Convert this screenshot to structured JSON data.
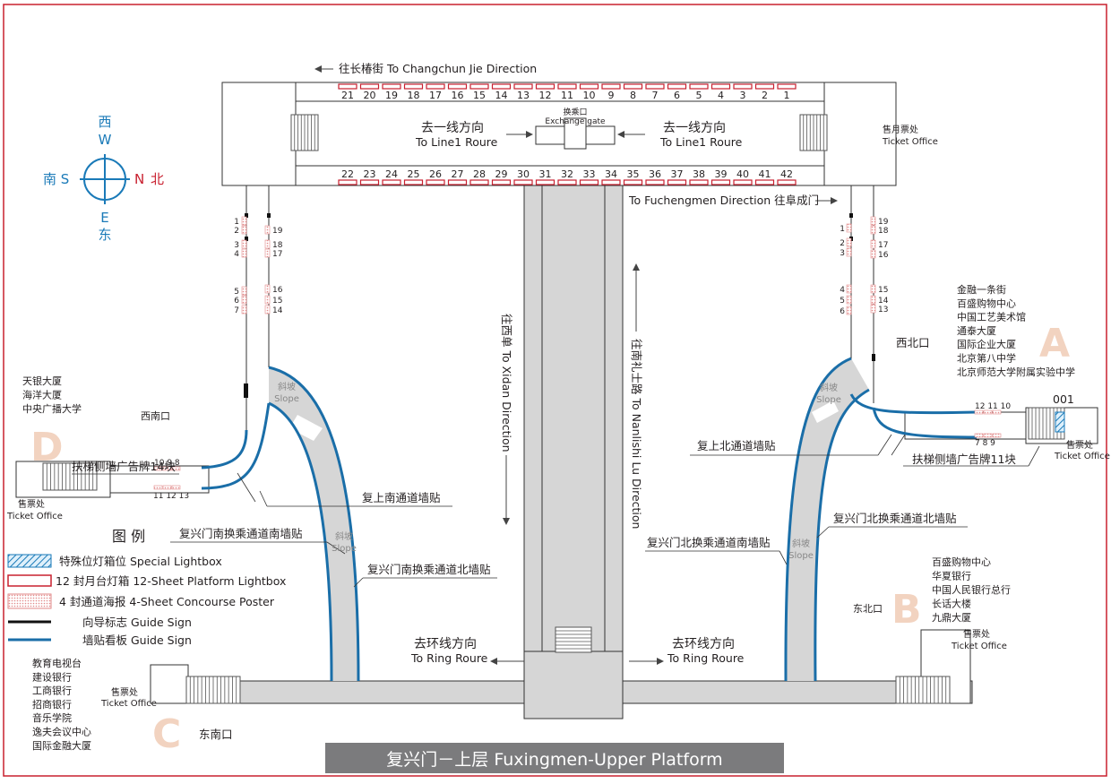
{
  "title": "复兴门－上层  Fuxingmen-Upper Platform",
  "compass": {
    "west": "西",
    "west_en": "W",
    "south": "南 S",
    "north_en": "N",
    "north": "北",
    "east_en": "E",
    "east": "东"
  },
  "directions": {
    "changchun": "往长椿街  To Changchun Jie Direction",
    "fuchengmen": "To Fuchengmen Direction  往阜成门",
    "xidan": "往西单 To Xidan Direction",
    "nanlishi": "往南礼士路 To Nanlishi Lu Direction",
    "line1_cn": "去一线方向",
    "line1_en": "To Line1 Roure",
    "ring_cn": "去环线方向",
    "ring_en": "To Ring Roure",
    "exchange_cn": "换乘口",
    "exchange_en": "Exchange gate"
  },
  "platform_top_numbers": [
    "21",
    "20",
    "19",
    "18",
    "17",
    "16",
    "15",
    "14",
    "13",
    "12",
    "11",
    "10",
    "9",
    "8",
    "7",
    "6",
    "5",
    "4",
    "3",
    "2",
    "1"
  ],
  "platform_bottom_numbers": [
    "22",
    "23",
    "24",
    "25",
    "26",
    "27",
    "28",
    "29",
    "30",
    "31",
    "32",
    "33",
    "34",
    "35",
    "36",
    "37",
    "38",
    "39",
    "40",
    "41",
    "42"
  ],
  "left_corridor_left": [
    "1",
    "2",
    "3",
    "4",
    "5",
    "6",
    "7"
  ],
  "left_corridor_right": [
    "19",
    "18",
    "17",
    "16",
    "15",
    "14"
  ],
  "right_corridor_left": [
    "1",
    "2",
    "3",
    "4",
    "5",
    "6"
  ],
  "right_corridor_right": [
    "19",
    "18",
    "17",
    "16",
    "15",
    "14",
    "13"
  ],
  "ticket_office": {
    "cn": "售票处",
    "en": "Ticket Office"
  },
  "ticket_office_top": {
    "cn": "售月票处",
    "en": "Ticket  Office"
  },
  "exits": {
    "A": {
      "letter": "A",
      "name": "西北口",
      "places": [
        "金融一条街",
        "百盛购物中心",
        "中国工艺美术馆",
        "通泰大厦",
        "国际企业大厦",
        "北京第八中学",
        "北京师范大学附属实验中学"
      ],
      "code": "001",
      "top_nums": "12 11 10",
      "bottom_nums": "7  8  9"
    },
    "B": {
      "letter": "B",
      "name": "东北口",
      "places": [
        "百盛购物中心",
        "华夏银行",
        "中国人民银行总行",
        "长话大楼",
        "九鼎大厦"
      ]
    },
    "C": {
      "letter": "C",
      "name": "东南口",
      "places": [
        "教育电视台",
        "建设银行",
        "工商银行",
        "招商银行",
        "音乐学院",
        "逸夫会议中心",
        "国际金融大厦"
      ]
    },
    "D": {
      "letter": "D",
      "name": "西南口",
      "places": [
        "天银大厦",
        "海洋大厦",
        "中央广播大学"
      ],
      "top_nums": "10 9 8",
      "bottom_nums": "11 12 13"
    }
  },
  "labels": {
    "slope_cn": "斜坡",
    "slope_en": "Slope",
    "d_escalator": "扶梯侧墙广告牌14块",
    "a_escalator": "扶梯侧墙广告牌11块",
    "south_wall": "复上南通道墙贴",
    "north_wall": "复上北通道墙贴",
    "fxm_south_south": "复兴门南换乘通道南墙贴",
    "fxm_south_north": "复兴门南换乘通道北墙贴",
    "fxm_north_south": "复兴门北换乘通道南墙贴",
    "fxm_north_north": "复兴门北换乘通道北墙贴"
  },
  "legend": {
    "title": "图  例",
    "items": [
      {
        "key": "special",
        "label": "特殊位灯箱位  Special Lightbox"
      },
      {
        "key": "platform",
        "label": "12 封月台灯箱  12-Sheet Platform Lightbox"
      },
      {
        "key": "poster",
        "label": "4 封通道海报   4-Sheet Concourse Poster"
      },
      {
        "key": "guide_black",
        "label": "向导标志  Guide Sign"
      },
      {
        "key": "guide_blue",
        "label": "墙贴看板  Guide Sign"
      }
    ]
  },
  "colors": {
    "frame": "#c8202f",
    "lightbox": "#c8202f",
    "wall": "#1a6ea8",
    "compass": "#1a7ab8",
    "exit_letter": "#f2d3c0",
    "title_bar": "#7b7b7d",
    "slope": "#d6d6d6"
  }
}
